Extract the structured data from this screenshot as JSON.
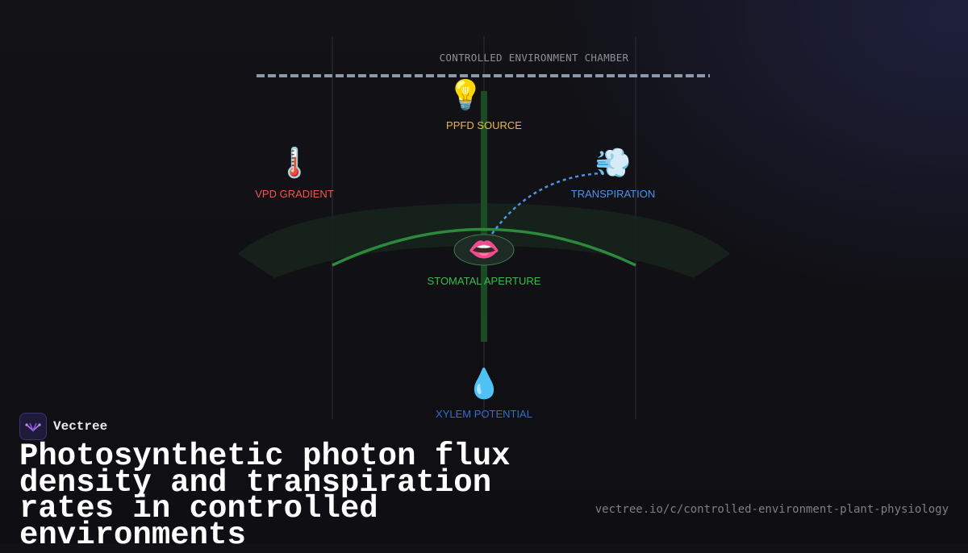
{
  "diagram": {
    "chamber_title": "CONTROLLED ENVIRONMENT CHAMBER",
    "nodes": {
      "ppfd": {
        "icon": "light-bulb-icon",
        "label": "PPFD SOURCE",
        "color": "#e8b940"
      },
      "vpd": {
        "icon": "thermometer-icon",
        "label": "VPD GRADIENT",
        "color": "#e85a4f"
      },
      "transpiration": {
        "icon": "wind-gust-icon",
        "label": "TRANSPIRATION",
        "color": "#4f93e8"
      },
      "stomata": {
        "icon": "mouth-icon",
        "label": "STOMATAL APERTURE",
        "color": "#3dba4e"
      },
      "xylem": {
        "icon": "water-drop-icon",
        "label": "XYLEM POTENTIAL",
        "color": "#2f6fd0"
      }
    }
  },
  "brand": {
    "name": "Vectree",
    "logo_icon": "vectree-logo-icon"
  },
  "headline": "Photosynthetic photon flux density and transpiration rates in controlled environments",
  "url": "vectree.io/c/controlled-environment-plant-physiology"
}
